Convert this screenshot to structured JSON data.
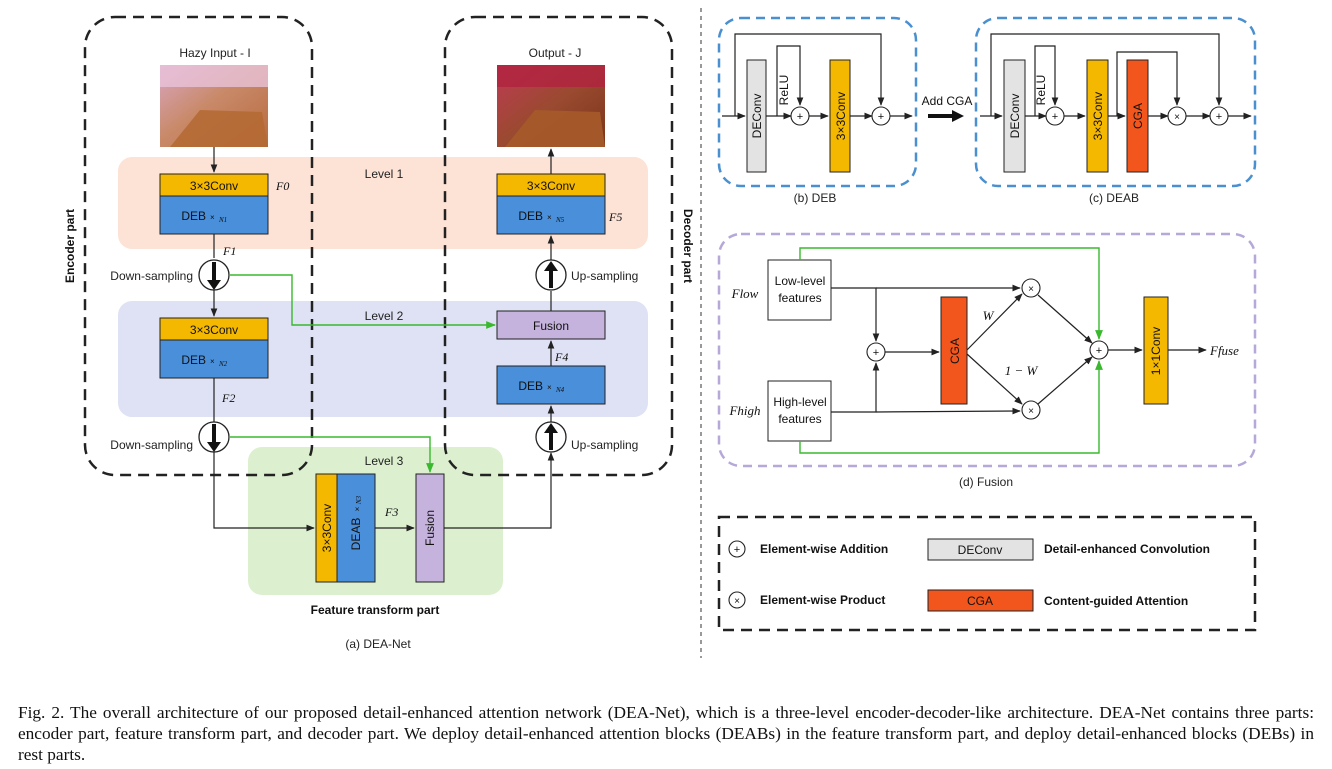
{
  "panel_a": {
    "hazy_input": "Hazy Input - I",
    "output": "Output - J",
    "encoder_part": "Encoder part",
    "decoder_part": "Decoder part",
    "feature_transform_part": "Feature transform part",
    "level1": "Level 1",
    "level2": "Level 2",
    "level3": "Level 3",
    "conv3x3": "3×3Conv",
    "deb": "DEB",
    "deab": "DEAB",
    "times": "×",
    "n1": "N1",
    "n2": "N2",
    "n3": "N3",
    "n4": "N4",
    "n5": "N5",
    "fusion": "Fusion",
    "down_sampling": "Down-sampling",
    "up_sampling": "Up-sampling",
    "f0": "F0",
    "f1": "F1",
    "f2": "F2",
    "f3": "F3",
    "f4": "F4",
    "f5": "F5",
    "caption": "(a) DEA-Net"
  },
  "panel_b": {
    "deconv": "DEConv",
    "relu": "ReLU",
    "conv3x3": "3×3Conv",
    "caption": "(b) DEB"
  },
  "panel_c": {
    "deconv": "DEConv",
    "relu": "ReLU",
    "conv3x3": "3×3Conv",
    "cga": "CGA",
    "caption": "(c) DEAB"
  },
  "add_cga": "Add CGA",
  "panel_d": {
    "f_low": "Flow",
    "f_high": "Fhigh",
    "f_fuse": "Ffuse",
    "low_level_1": "Low-level",
    "low_level_2": "features",
    "high_level_1": "High-level",
    "high_level_2": "features",
    "cga": "CGA",
    "w": "W",
    "one_minus_w": "1 − W",
    "conv1x1": "1×1Conv",
    "caption": "(d) Fusion"
  },
  "legend": {
    "addition": "Element-wise Addition",
    "product": "Element-wise Product",
    "deconv_box": "DEConv",
    "deconv_desc": "Detail-enhanced Convolution",
    "cga_box": "CGA",
    "cga_desc": "Content-guided Attention"
  },
  "figure_caption": "Fig. 2.  The overall architecture of our proposed detail-enhanced attention network (DEA-Net), which is a three-level encoder-decoder-like architecture. DEA-Net contains three parts: encoder part, feature transform part, and decoder part. We deploy detail-enhanced attention blocks (DEABs) in the feature transform part, and deploy detail-enhanced blocks (DEBs) in rest parts.",
  "colors": {
    "conv_yellow": "#f5b800",
    "deb_blue": "#4a8fd9",
    "fusion_purple": "#c5b3de",
    "cga_orange": "#f2561d",
    "deconv_gray": "#e3e3e3",
    "level1_bg": "#fde2d6",
    "level2_bg": "#dfe2f4",
    "level3_bg": "#dcf0cf",
    "dashed_blue": "#4a90d0",
    "dashed_purple": "#b6a8d8",
    "skip_green": "#3ab82e"
  }
}
